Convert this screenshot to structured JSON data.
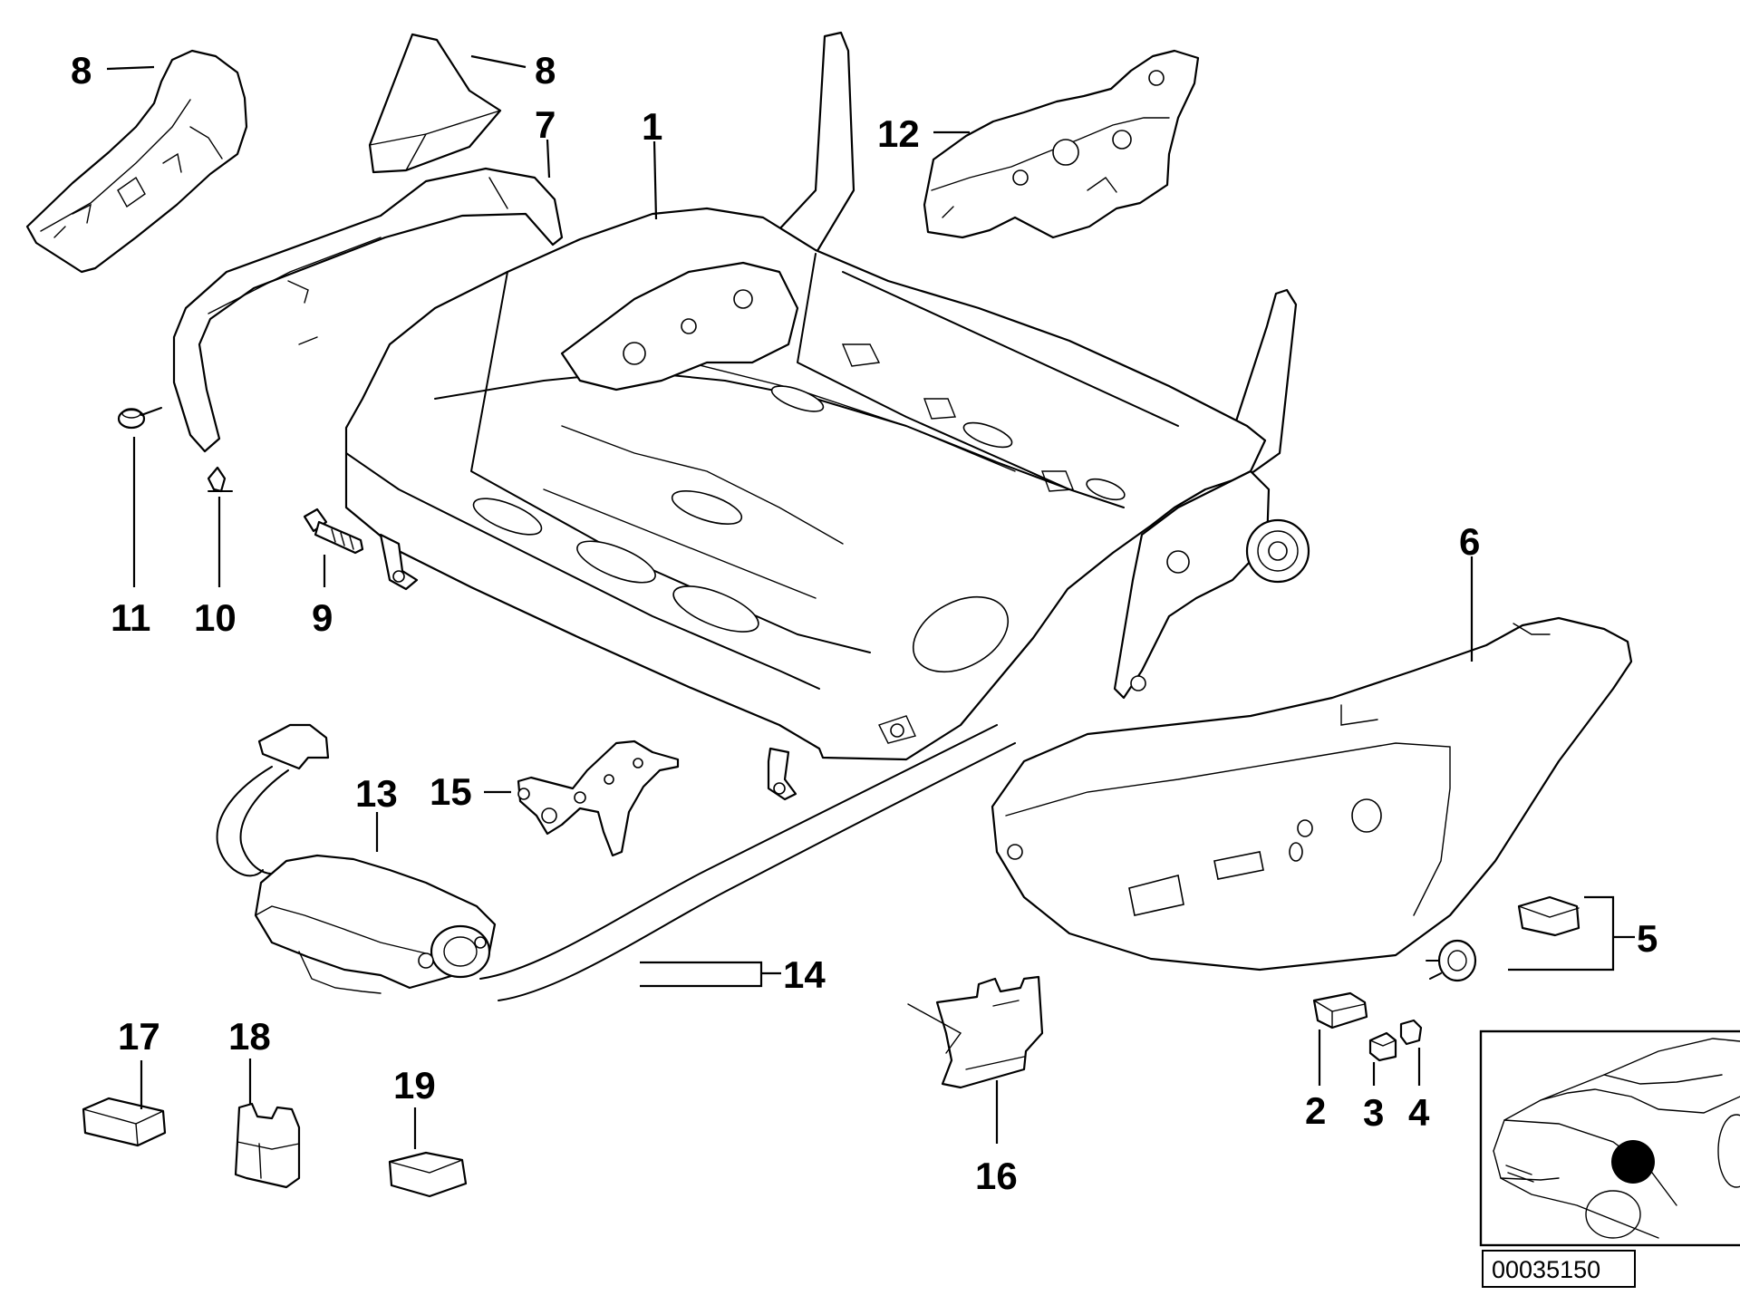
{
  "diagram": {
    "reference_number": "00035150",
    "callouts": [
      {
        "id": "8a",
        "label": "8"
      },
      {
        "id": "8b",
        "label": "8"
      },
      {
        "id": "7",
        "label": "7"
      },
      {
        "id": "1",
        "label": "1"
      },
      {
        "id": "12",
        "label": "12"
      },
      {
        "id": "11",
        "label": "11"
      },
      {
        "id": "10",
        "label": "10"
      },
      {
        "id": "9",
        "label": "9"
      },
      {
        "id": "6",
        "label": "6"
      },
      {
        "id": "13",
        "label": "13"
      },
      {
        "id": "15",
        "label": "15"
      },
      {
        "id": "14",
        "label": "14"
      },
      {
        "id": "5",
        "label": "5"
      },
      {
        "id": "17",
        "label": "17"
      },
      {
        "id": "18",
        "label": "18"
      },
      {
        "id": "19",
        "label": "19"
      },
      {
        "id": "16",
        "label": "16"
      },
      {
        "id": "2",
        "label": "2"
      },
      {
        "id": "3",
        "label": "3"
      },
      {
        "id": "4",
        "label": "4"
      }
    ],
    "colors": {
      "line": "#000000",
      "background": "#ffffff",
      "marker": "#000000"
    }
  }
}
